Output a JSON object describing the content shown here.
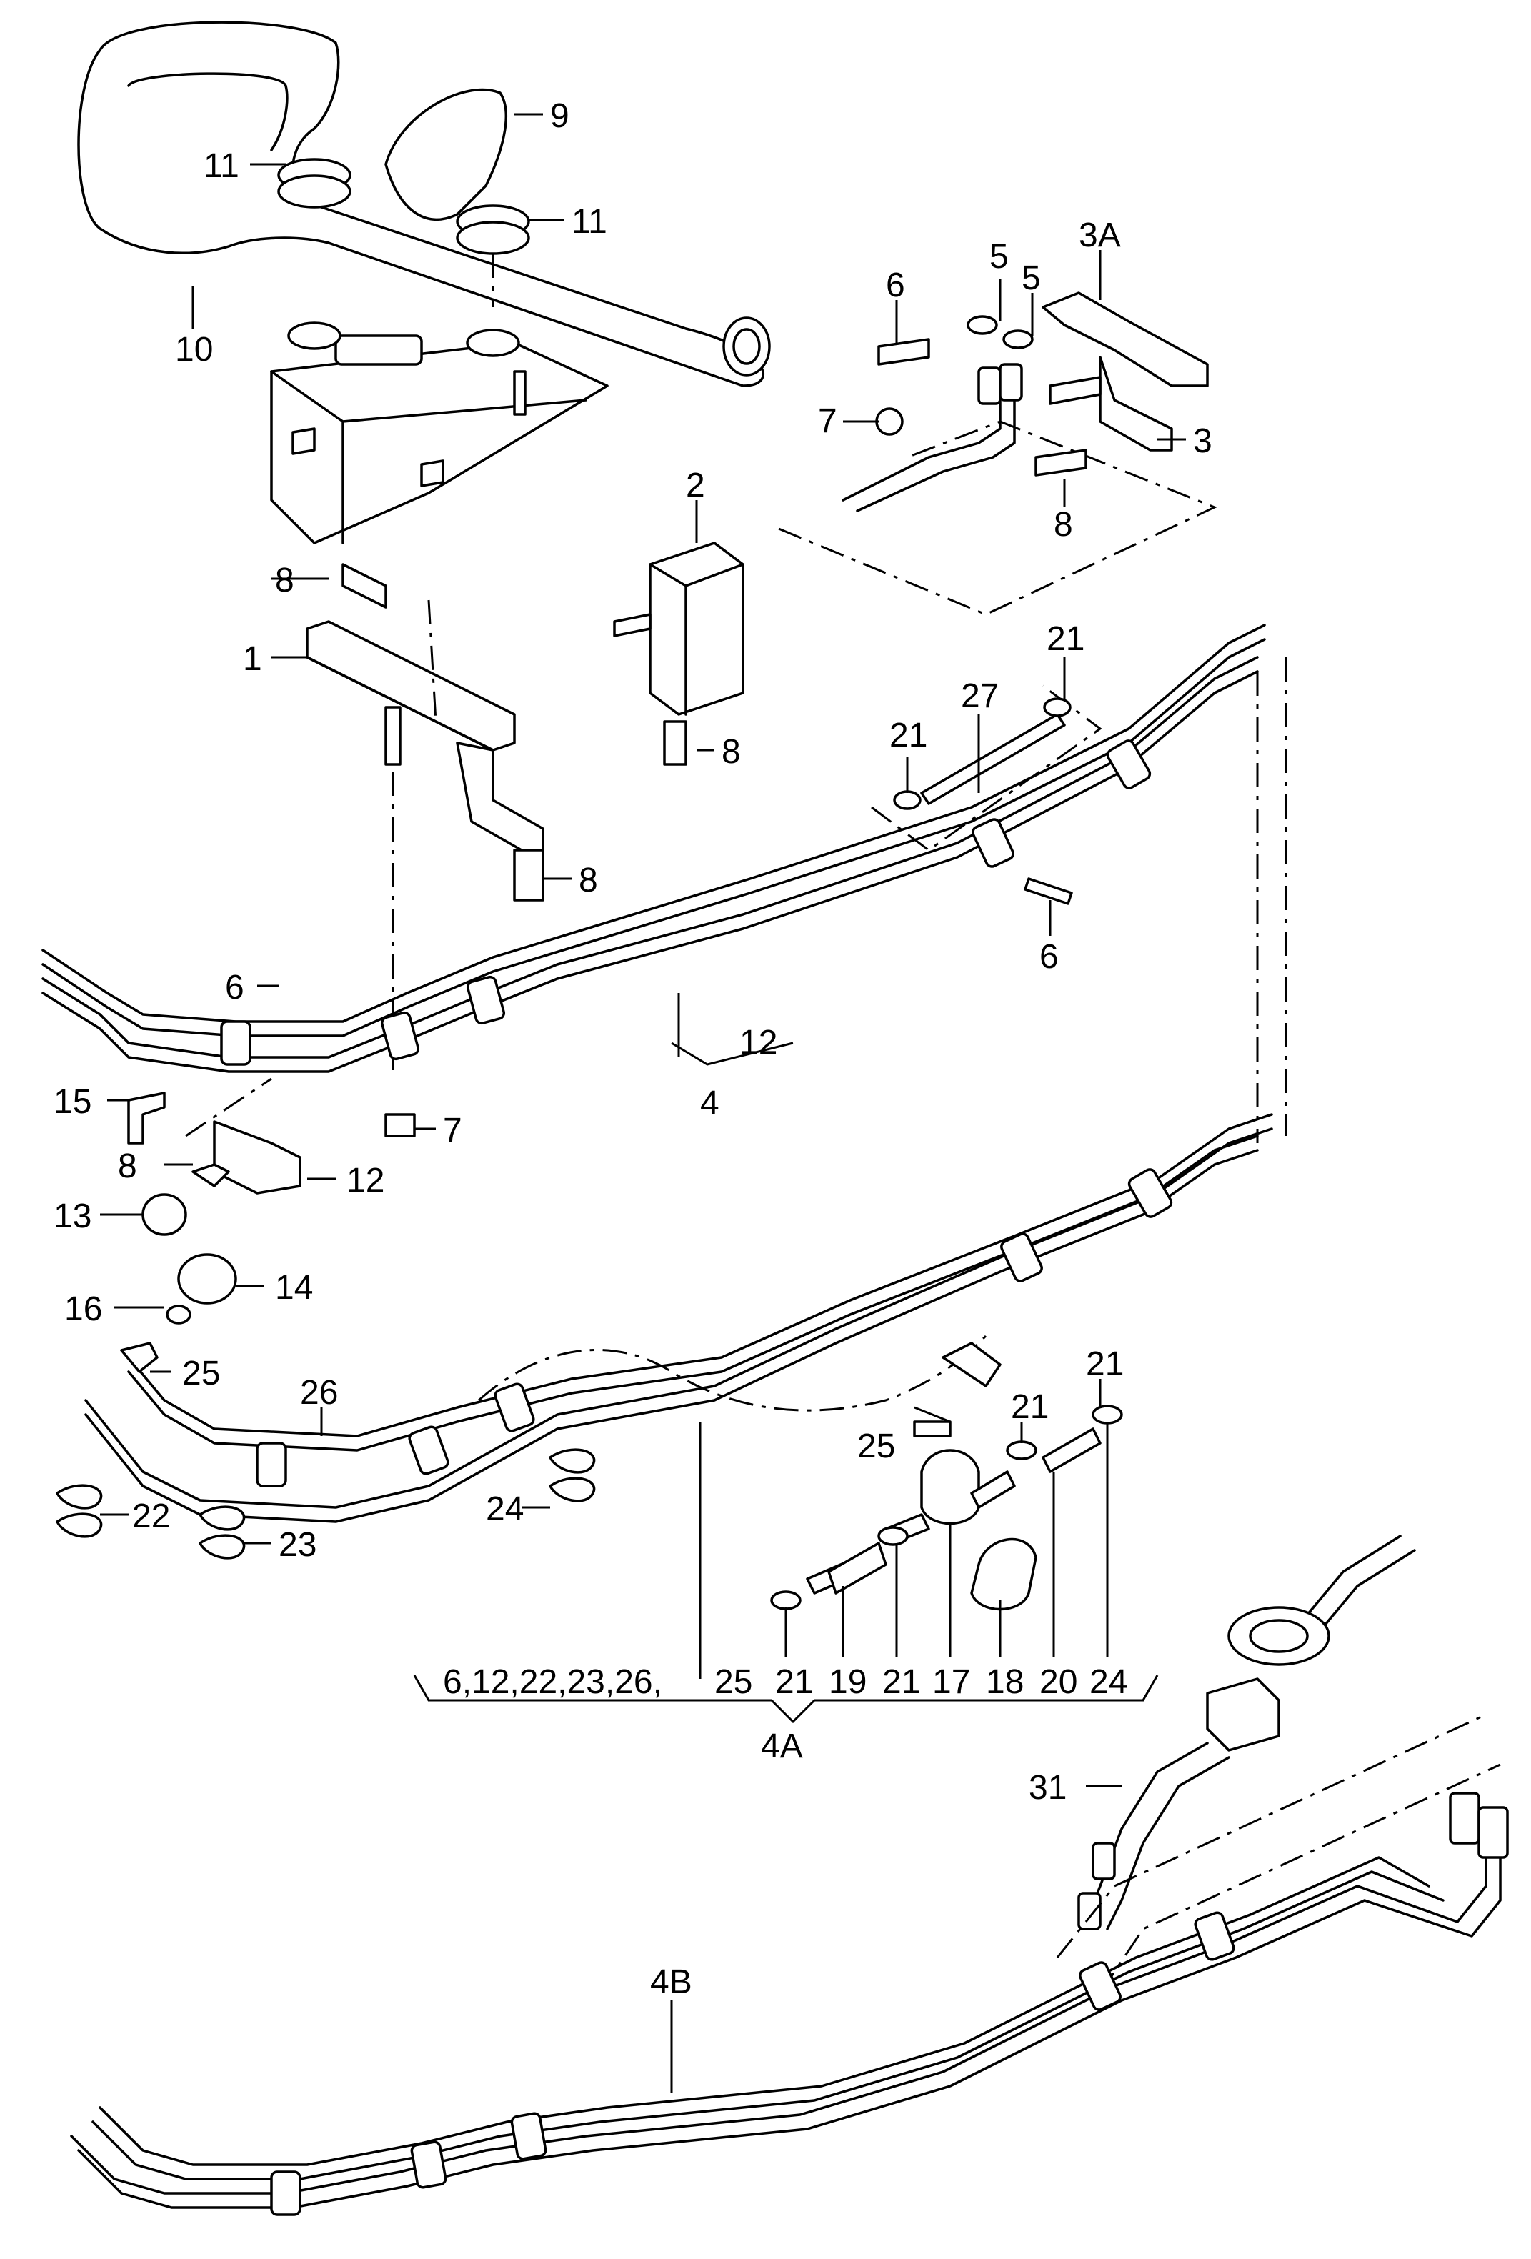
{
  "callouts": {
    "c9": "9",
    "c11a": "11",
    "c11b": "11",
    "c10": "10",
    "c6a": "6",
    "c5a": "5",
    "c5b": "5",
    "c3A": "3A",
    "c7a": "7",
    "c3": "3",
    "c8a": "8",
    "c2": "2",
    "c8b": "8",
    "c1": "1",
    "c8c": "8",
    "c8d": "8",
    "c21a": "21",
    "c27": "27",
    "c21b": "21",
    "c6b": "6",
    "c6c": "6",
    "c12a": "12",
    "c4": "4",
    "c15": "15",
    "c7b": "7",
    "c8e": "8",
    "c12b": "12",
    "c13": "13",
    "c14": "14",
    "c16": "16",
    "c25a": "25",
    "c26": "26",
    "c22": "22",
    "c23": "23",
    "c24": "24",
    "c21c": "21",
    "c21d": "21",
    "c25b": "25",
    "c4A_list": "6,12,22,23,26,",
    "c25c": "25",
    "c21e": "21",
    "c19": "19",
    "c21f": "21",
    "c17": "17",
    "c18": "18",
    "c20": "20",
    "c24b": "24",
    "c4A": "4A",
    "c31": "31",
    "c4B": "4B"
  }
}
